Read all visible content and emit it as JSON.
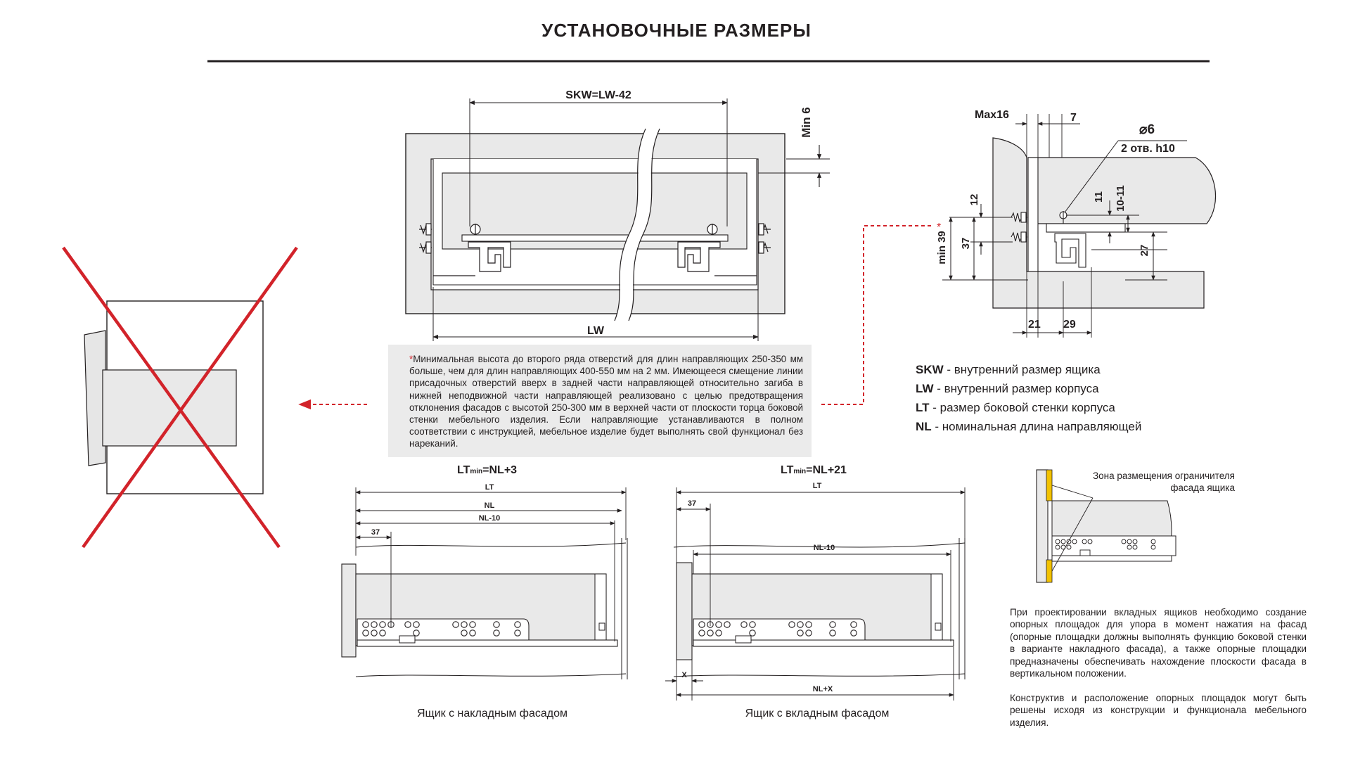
{
  "title": "УСТАНОВОЧНЫЕ  РАЗМЕРЫ",
  "colors": {
    "accent_red": "#d2232a",
    "panel_grey": "#e9e9e9",
    "line": "#231f20",
    "marker_yellow": "#f2c200"
  },
  "front_view": {
    "skw_label": "SKW=LW-42",
    "lw_label": "LW",
    "min6_label": "Min 6"
  },
  "side_detail": {
    "max16": "Max16",
    "dim7": "7",
    "diameter": "⌀6",
    "holes": "2 отв. h10",
    "dim12": "12",
    "dim11": "11",
    "dim10_11": "10-11",
    "dim37": "37",
    "min39": "min 39",
    "star": "*",
    "dim27": "27",
    "dim21": "21",
    "dim29": "29"
  },
  "note": {
    "star": "*",
    "text": "Минимальная высота до второго ряда отверстий для длин направляющих 250-350 мм больше, чем для длин направляющих 400-550 мм на 2 мм. Имеющееся смещение линии присадочных отверстий вверх в задней части направляющей относительно загиба в нижней неподвижной части направляющей реализовано с целью предотвращения отклонения фасадов с высотой 250-300 мм в верхней части от плоскости торца боковой стенки мебельного изделия. Если направляющие устанавливаются в полном соответствии с инструкцией, мебельное изделие будет выполнять свой функционал без нареканий.",
    "exclamation": "!"
  },
  "legend": [
    {
      "abbr": "SKW",
      "text": " - внутренний размер ящика"
    },
    {
      "abbr": "LW",
      "text": " - внутренний размер корпуса"
    },
    {
      "abbr": "LT",
      "text": " - размер боковой стенки корпуса"
    },
    {
      "abbr": "NL",
      "text": " - номинальная длина направляющей"
    }
  ],
  "overlay_drawer": {
    "title_main": "LT",
    "title_sub": "min",
    "title_rest": "=NL+3",
    "lt": "LT",
    "nl": "NL",
    "nl10": "NL-10",
    "d37": "37",
    "caption": "Ящик с накладным фасадом"
  },
  "inset_drawer": {
    "title_main": "LT",
    "title_sub": "min",
    "title_rest": "=NL+21",
    "lt": "LT",
    "d37": "37",
    "nl10": "NL-10",
    "x": "X",
    "nlx": "NL+X",
    "caption": "Ящик с вкладным фасадом"
  },
  "zone": {
    "caption": "Зона размещения ограничителя фасада ящика"
  },
  "paragraphs": {
    "p1": "При проектировании вкладных ящиков необходимо создание опорных площадок для упора в момент нажатия на фасад (опорные площадки должны выполнять функцию боковой стенки в варианте накладного фасада), а также опорные площадки предназначены обеспечивать нахождение плоскости фасада в вертикальном положении.",
    "p2": "Конструктив и расположение опорных площадок могут быть решены исходя из конструкции и функционала мебельного изделия."
  }
}
